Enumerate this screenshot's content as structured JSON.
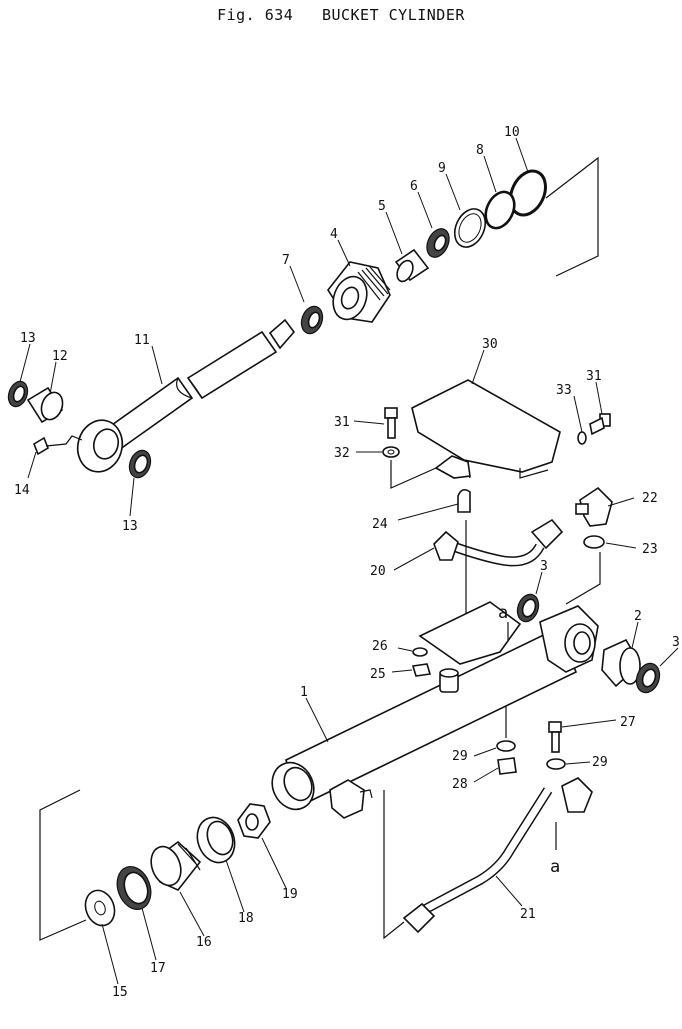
{
  "title": {
    "fig_label": "Fig.",
    "fig_number": "634",
    "name": "BUCKET CYLINDER"
  },
  "callouts": {
    "c1": "1",
    "c2": "2",
    "c3a": "3",
    "c3b": "3",
    "c4": "4",
    "c5": "5",
    "c6": "6",
    "c7": "7",
    "c8": "8",
    "c9": "9",
    "c10": "10",
    "c11": "11",
    "c12": "12",
    "c13a": "13",
    "c13b": "13",
    "c14": "14",
    "c15": "15",
    "c16": "16",
    "c17": "17",
    "c18": "18",
    "c19": "19",
    "c20": "20",
    "c21": "21",
    "c22": "22",
    "c23": "23",
    "c24": "24",
    "c25": "25",
    "c26": "26",
    "c27": "27",
    "c28": "28",
    "c29a": "29",
    "c29b": "29",
    "c30": "30",
    "c31a": "31",
    "c31b": "31",
    "c32": "32",
    "c33": "33",
    "ca1": "a",
    "ca2": "a"
  }
}
